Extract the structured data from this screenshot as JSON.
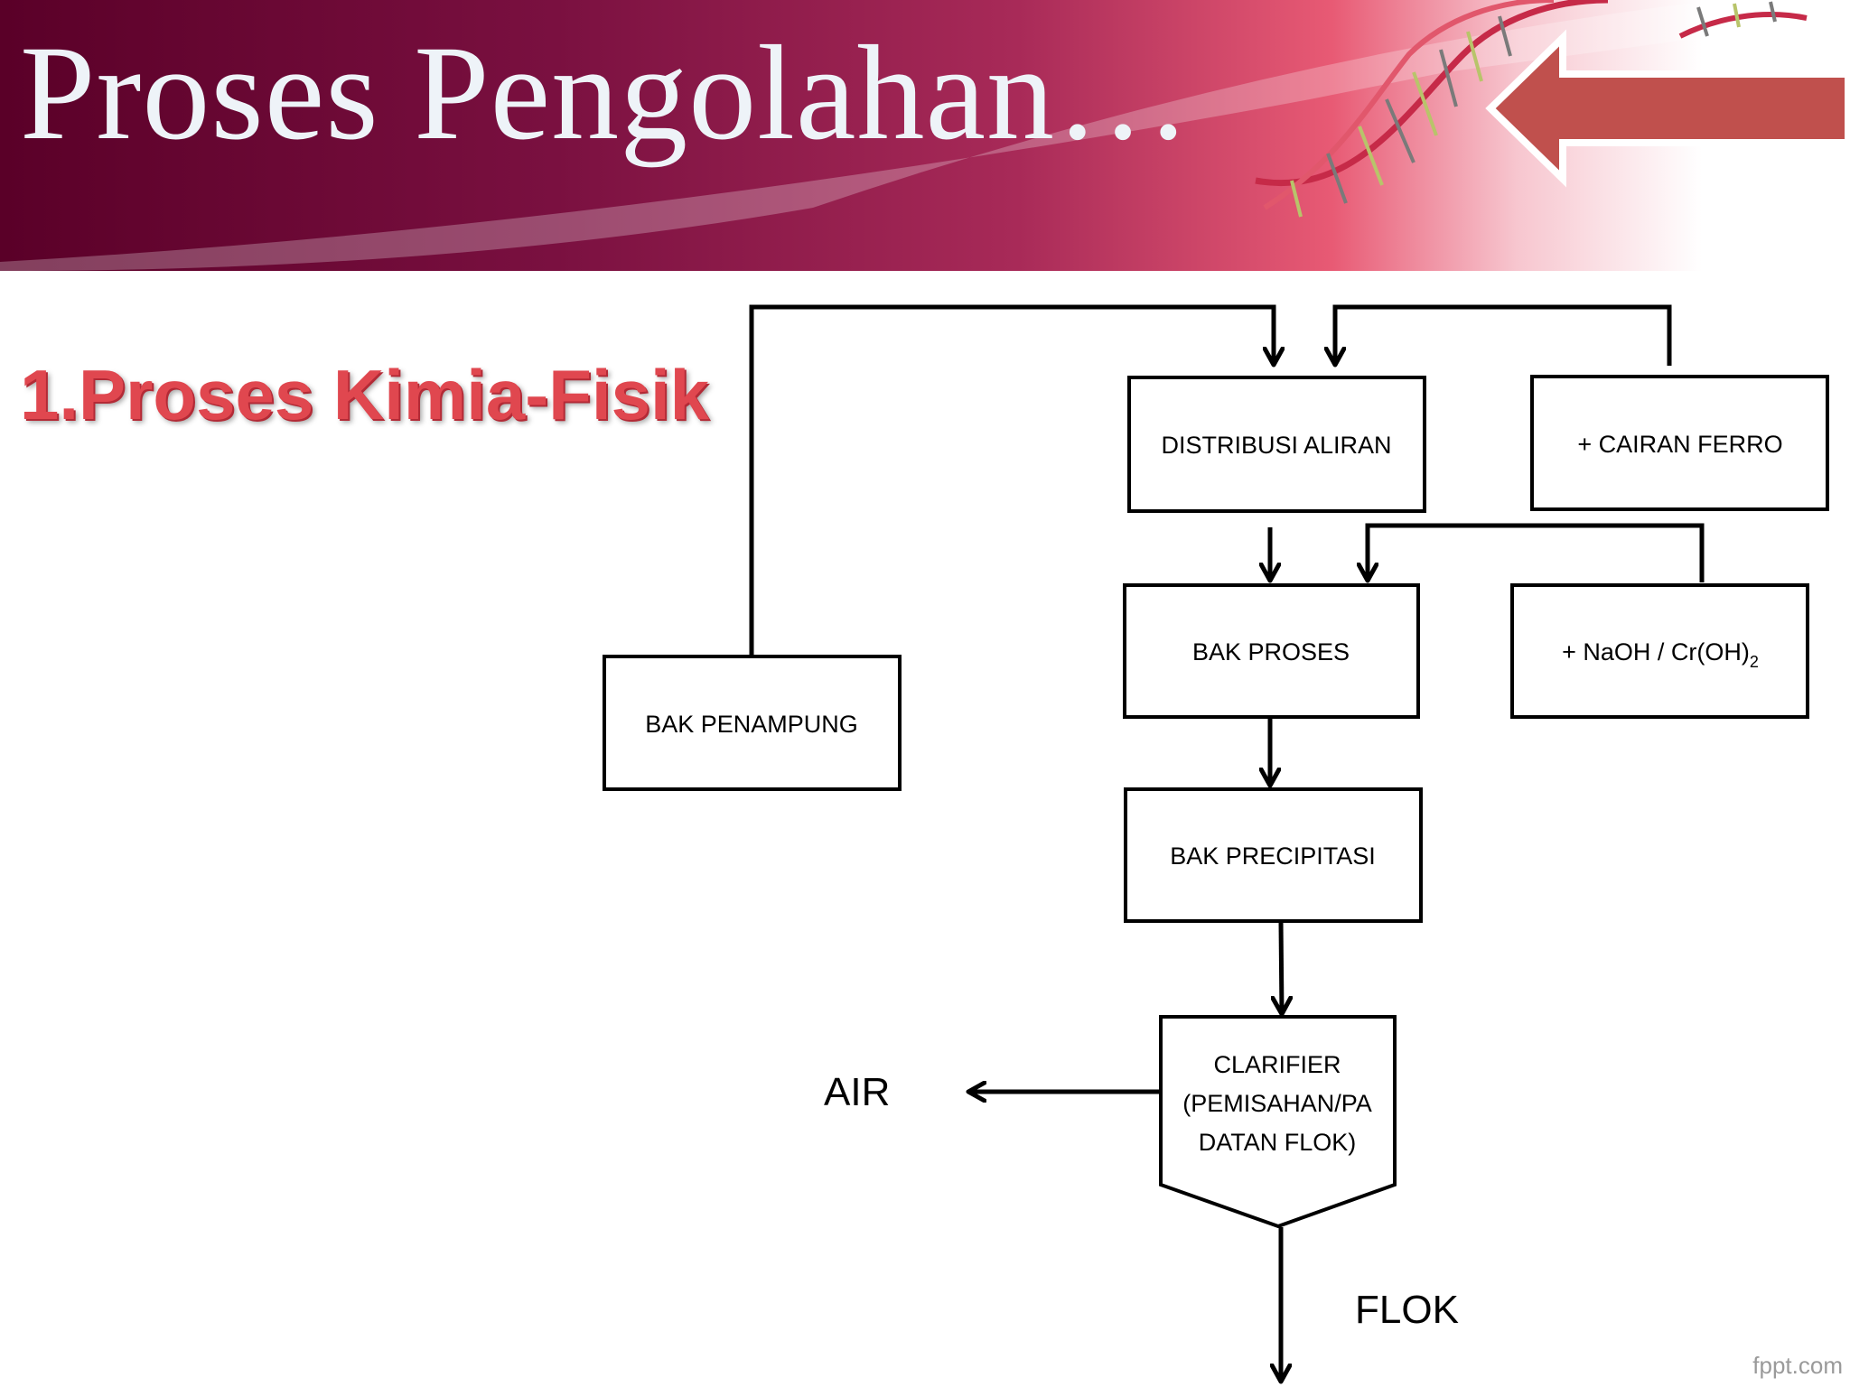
{
  "slide": {
    "title": "Proses Pengolahan…",
    "section": "1.Proses Kimia-Fisik",
    "watermark": "fppt.com"
  },
  "diagram": {
    "boxes": {
      "distribusi": "DISTRIBUSI ALIRAN",
      "ferro": "+  CAIRAN FERRO",
      "naoh_prefix": "+ NaOH / Cr(OH)",
      "naoh_sub": "2",
      "proses": "BAK PROSES",
      "penampung": "BAK PENAMPUNG",
      "precipitasi": "BAK PRECIPITASI",
      "clarifier_l1": "CLARIFIER",
      "clarifier_l2": "(PEMISAHAN/PA",
      "clarifier_l3": "DATAN FLOK)"
    },
    "outputs": {
      "air": "AIR",
      "flok": "FLOK"
    },
    "edges": [
      {
        "from": "BAK PENAMPUNG",
        "to": "DISTRIBUSI ALIRAN"
      },
      {
        "from": "+  CAIRAN FERRO",
        "to": "DISTRIBUSI ALIRAN"
      },
      {
        "from": "DISTRIBUSI ALIRAN",
        "to": "BAK PROSES"
      },
      {
        "from": "+ NaOH / Cr(OH)2",
        "to": "BAK PROSES"
      },
      {
        "from": "BAK PROSES",
        "to": "BAK PRECIPITASI"
      },
      {
        "from": "BAK PRECIPITASI",
        "to": "CLARIFIER (PEMISAHAN/PADATAN FLOK)"
      },
      {
        "from": "CLARIFIER (PEMISAHAN/PADATAN FLOK)",
        "to": "AIR"
      },
      {
        "from": "CLARIFIER (PEMISAHAN/PADATAN FLOK)",
        "to": "FLOK"
      }
    ],
    "colors": {
      "header_dark": "#5a0028",
      "header_mid": "#a82a58",
      "header_light": "#e85a74",
      "section_text": "#e0474f",
      "arrow_fill": "#c0504d"
    }
  }
}
